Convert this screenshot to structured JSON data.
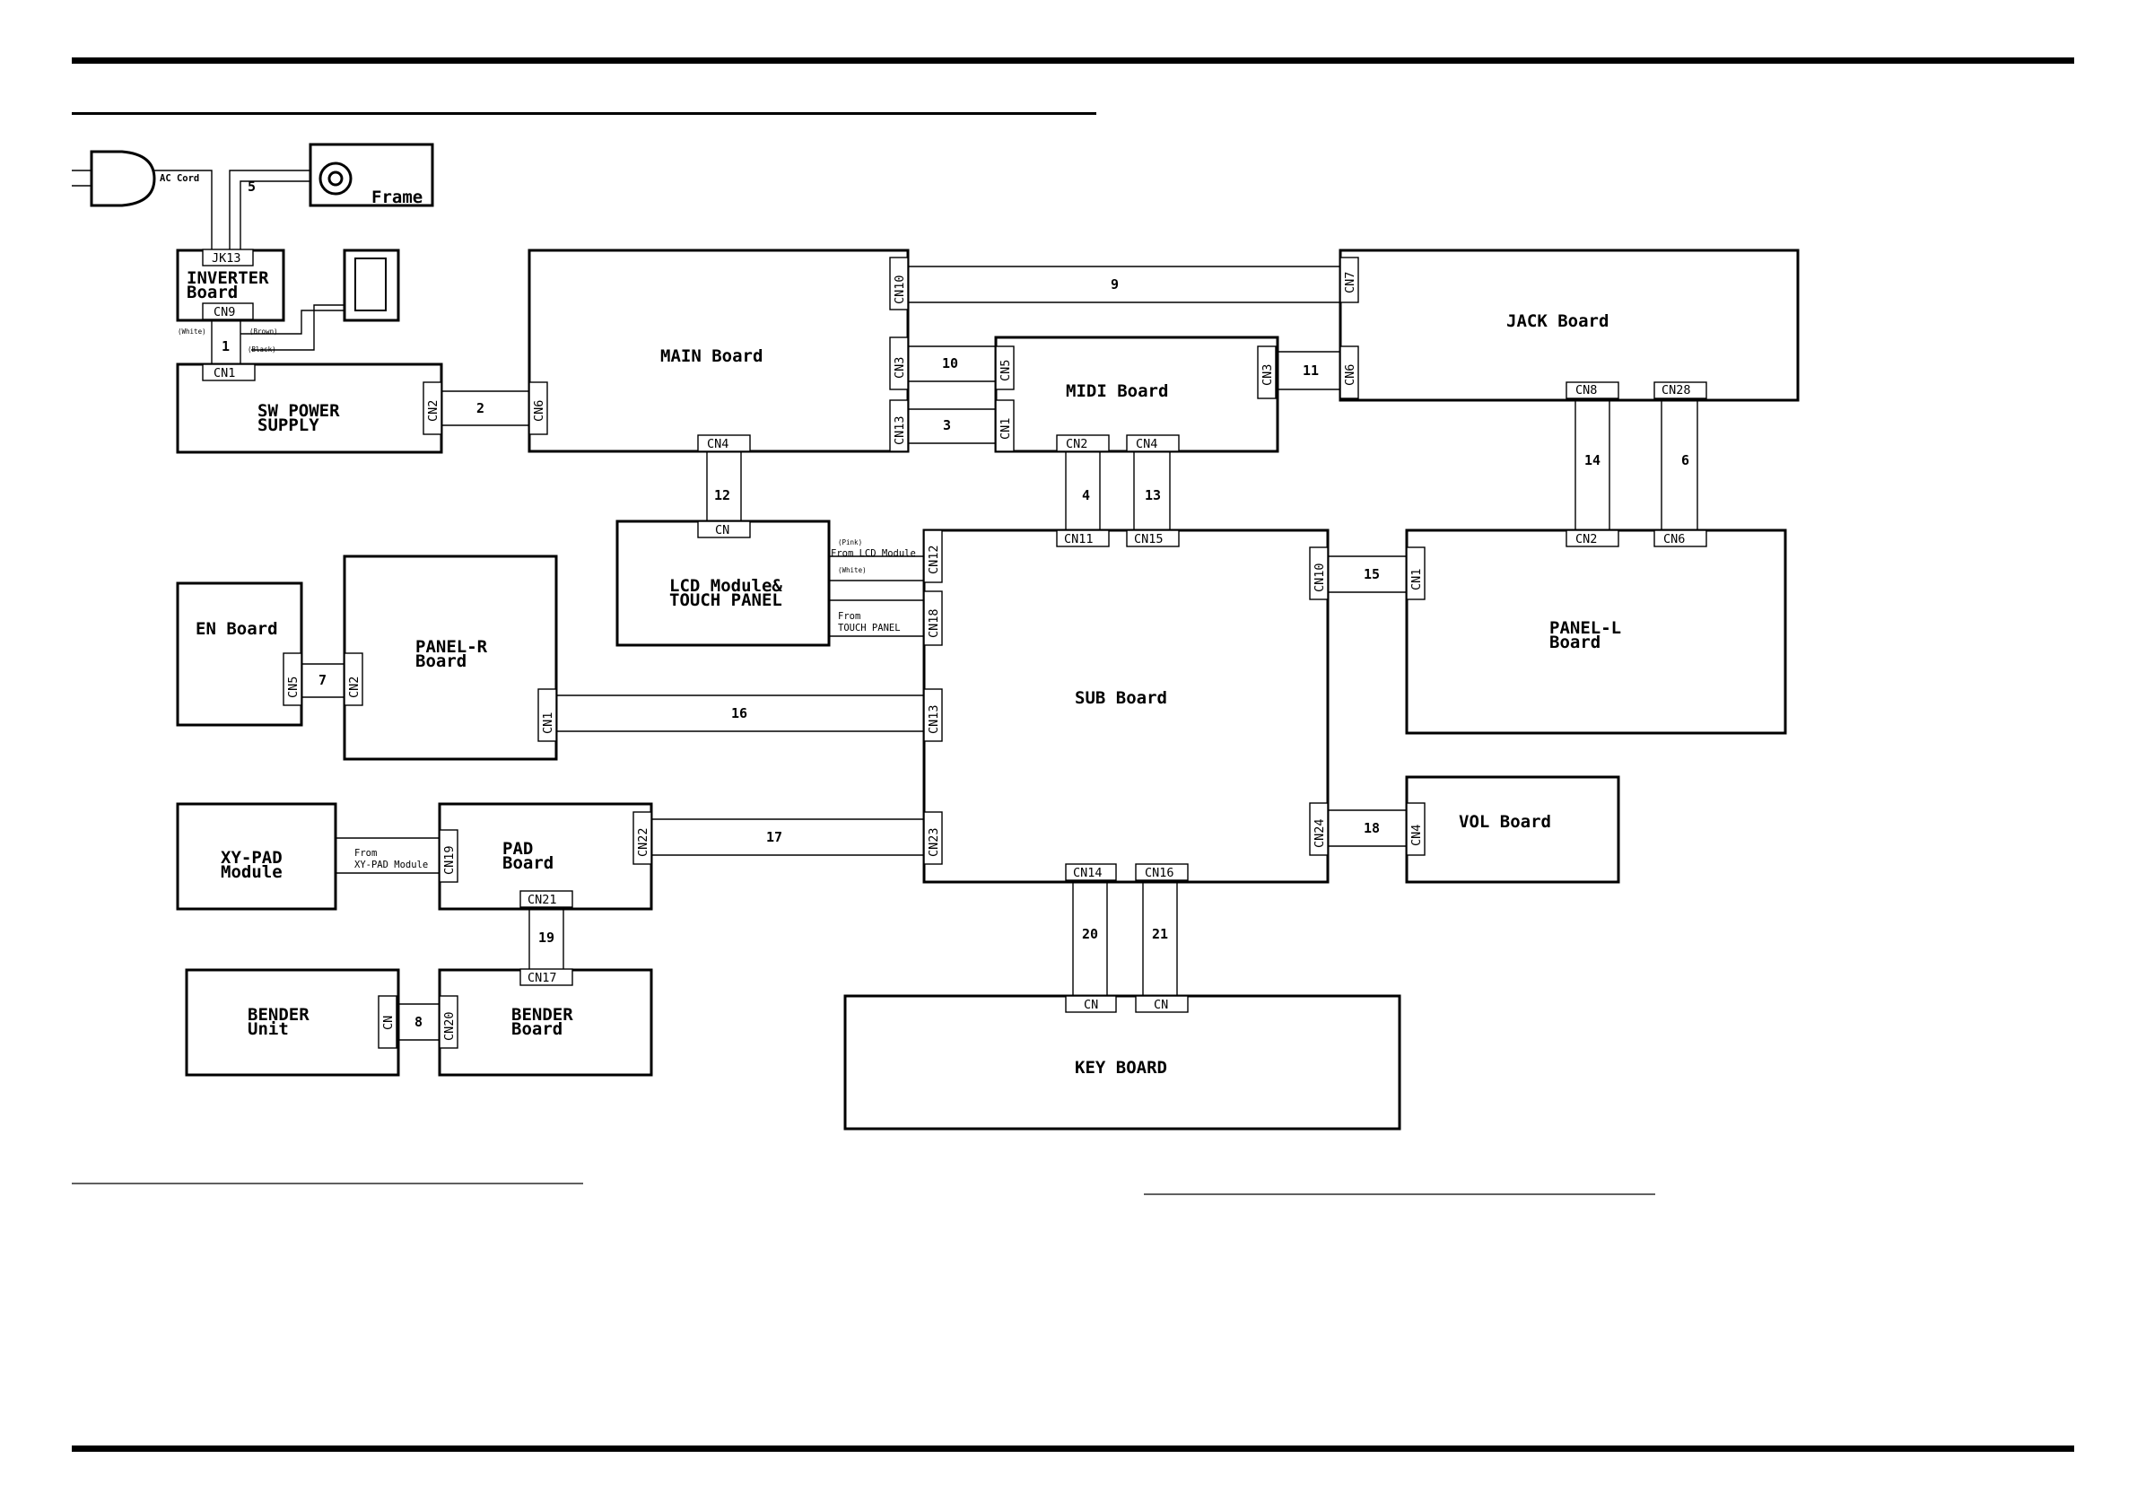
{
  "boards": {
    "ac_cord": "AC Cord",
    "frame": "Frame",
    "inverter_1": "INVERTER",
    "inverter_2": "Board",
    "sw_power_1": "SW POWER",
    "sw_power_2": "SUPPLY",
    "main": "MAIN Board",
    "jack": "JACK Board",
    "midi": "MIDI Board",
    "lcd_1": "LCD Module&",
    "lcd_2": "TOUCH PANEL",
    "en": "EN Board",
    "panel_r_1": "PANEL-R",
    "panel_r_2": "Board",
    "sub": "SUB Board",
    "panel_l_1": "PANEL-L",
    "panel_l_2": "Board",
    "xy_pad_1": "XY-PAD",
    "xy_pad_2": "Module",
    "pad_1": "PAD",
    "pad_2": "Board",
    "vol": "VOL Board",
    "bender_unit_1": "BENDER",
    "bender_unit_2": "Unit",
    "bender_board_1": "BENDER",
    "bender_board_2": "Board",
    "key": "KEY BOARD"
  },
  "connectors": {
    "jk13": "JK13",
    "inv_cn9": "CN9",
    "sw_cn1": "CN1",
    "sw_cn2": "CN2",
    "main_cn6": "CN6",
    "main_cn10": "CN10",
    "main_cn3": "CN3",
    "main_cn13": "CN13",
    "main_cn4": "CN4",
    "midi_cn5": "CN5",
    "midi_cn1": "CN1",
    "midi_cn3": "CN3",
    "midi_cn2": "CN2",
    "midi_cn4": "CN4",
    "jack_cn7": "CN7",
    "jack_cn6": "CN6",
    "jack_cn8": "CN8",
    "jack_cn28": "CN28",
    "lcd_cn": "CN",
    "sub_cn11": "CN11",
    "sub_cn15": "CN15",
    "sub_cn12": "CN12",
    "sub_cn18": "CN18",
    "sub_cn13": "CN13",
    "sub_cn23": "CN23",
    "sub_cn10": "CN10",
    "sub_cn24": "CN24",
    "sub_cn14": "CN14",
    "sub_cn16": "CN16",
    "panel_l_cn1": "CN1",
    "panel_l_cn2": "CN2",
    "panel_l_cn6": "CN6",
    "vol_cn4": "CN4",
    "en_cn5": "CN5",
    "panel_r_cn2": "CN2",
    "panel_r_cn1": "CN1",
    "pad_cn19": "CN19",
    "pad_cn22": "CN22",
    "pad_cn21": "CN21",
    "bender_board_cn17": "CN17",
    "bender_board_cn20": "CN20",
    "bender_unit_cn": "CN",
    "key_cn_a": "CN",
    "key_cn_b": "CN"
  },
  "wires": {
    "w1": "1",
    "w2": "2",
    "w3": "3",
    "w4": "4",
    "w5": "5",
    "w6": "6",
    "w7": "7",
    "w8": "8",
    "w9": "9",
    "w10": "10",
    "w11": "11",
    "w12": "12",
    "w13": "13",
    "w14": "14",
    "w15": "15",
    "w16": "16",
    "w17": "17",
    "w18": "18",
    "w19": "19",
    "w20": "20",
    "w21": "21"
  },
  "notes": {
    "white": "(White)",
    "brown": "(Brown)",
    "black": "(Black)",
    "pink": "(Pink)",
    "white2": "(White)",
    "from_lcd": "From LCD Module",
    "from_touch_1": "From",
    "from_touch_2": "TOUCH PANEL",
    "from_xy_1": "From",
    "from_xy_2": "XY-PAD Module"
  }
}
